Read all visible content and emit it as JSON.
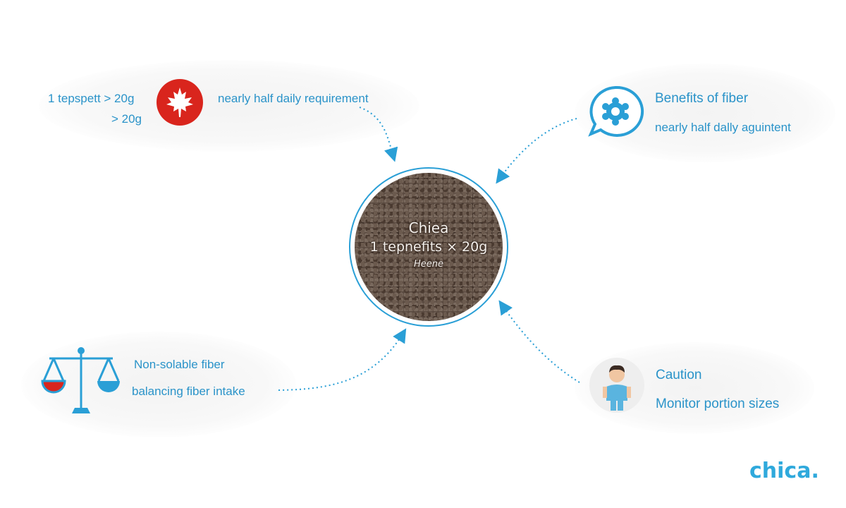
{
  "top_left": {
    "line1": "1 tepspett > 20g",
    "line2": "> 20g",
    "caption": "nearly half daily requirement",
    "icon": "maple-leaf-icon"
  },
  "top_right": {
    "title": "Benefits of fiber",
    "subtitle": "nearly half dally aguintent",
    "icon": "chat-bubble-icon"
  },
  "center": {
    "title": "Chiea",
    "line2": "1 tepnefits × 20g",
    "line3": "Heene"
  },
  "bottom_left": {
    "title": "Non-solable fiber",
    "subtitle": "balancing fiber intake",
    "icon": "balance-scale-icon"
  },
  "bottom_right": {
    "title": "Caution",
    "subtitle": "Monitor portion sizes",
    "icon": "person-icon"
  },
  "brand": "chica.",
  "colors": {
    "accent": "#2a93c9",
    "red": "#d9251d",
    "seed": "#5a4a40"
  }
}
